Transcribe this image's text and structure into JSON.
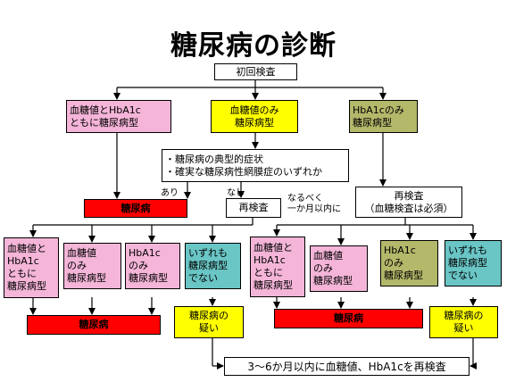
{
  "title": "糖尿病の診断",
  "nodes": {
    "initial": "初回検査",
    "both_top": [
      "血糖値とHbA1c",
      "ともに糖尿病型"
    ],
    "glucose_only_top": [
      "血糖値のみ",
      "糖尿病型"
    ],
    "hba1c_only_top": [
      "HbA1cのみ",
      "糖尿病型"
    ],
    "symptoms": [
      "・糖尿病の典型的症状",
      "・確実な糖尿病性網膜症のいずれか"
    ],
    "diabetes_1": "糖尿病",
    "retest_1": "再検査",
    "retest_2": [
      "再検査",
      "（血糖検査は必須）"
    ],
    "l_both": [
      "血糖値と",
      "HbA1c",
      "ともに",
      "糖尿病型"
    ],
    "l_glucose": [
      "血糖値",
      "のみ",
      "糖尿病型"
    ],
    "l_hba1c": [
      "HbA1c",
      "のみ",
      "糖尿病型"
    ],
    "l_neither": [
      "いずれも",
      "糖尿病型",
      "でない"
    ],
    "r_both": [
      "血糖値と",
      "HbA1c",
      "ともに",
      "糖尿病型"
    ],
    "r_glucose": [
      "血糖値",
      "のみ",
      "糖尿病型"
    ],
    "r_hba1c": [
      "HbA1c",
      "のみ",
      "糖尿病型"
    ],
    "r_neither": [
      "いずれも",
      "糖尿病型",
      "でない"
    ],
    "diabetes_2": "糖尿病",
    "suspected_1": [
      "糖尿病の",
      "疑い"
    ],
    "diabetes_3": "糖尿病",
    "suspected_2": [
      "糖尿病の",
      "疑い"
    ],
    "final": "3～6か月以内に血糖値、HbA1cを再検査"
  },
  "labels": {
    "yes": "あり",
    "no": "なし",
    "within_month": [
      "なるべく",
      "一か月以内に"
    ]
  },
  "colors": {
    "pink": "#f4b5d8",
    "yellow": "#ffff00",
    "olive": "#b3b86a",
    "teal": "#6ac5c5",
    "red": "#ff0000"
  }
}
